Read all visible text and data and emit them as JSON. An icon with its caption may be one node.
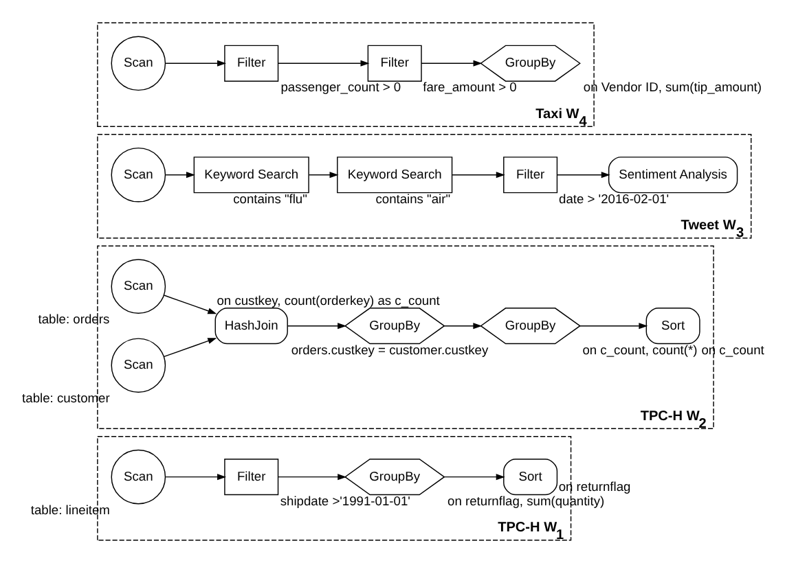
{
  "diagram": {
    "nodes": [
      {
        "text": [
          "TPC-H W$_{1}$"
        ]
      },
      {
        "text": [
          "Scan"
        ],
        "in": 0,
        "beside": [
          "table: lineitem"
        ]
      },
      {
        "text": [
          "Filter"
        ],
        "in": 0,
        "beside": [
          "shipdate >'1991-01-01'"
        ]
      },
      {
        "text": [
          "GroupBy"
        ],
        "in": 0,
        "beside": [
          "on returnflag, sum(quantity)"
        ]
      },
      {
        "text": [
          "Sort"
        ],
        "in": 0,
        "beside": [
          "on returnflag"
        ]
      },
      {
        "text": [
          "TPC-H W$_{2}$"
        ]
      },
      {
        "text": [
          "Scan"
        ],
        "in": 5,
        "beside": [
          "table: orders"
        ]
      },
      {
        "text": [
          "Scan"
        ],
        "in": 5,
        "beside": [
          "table: customer"
        ]
      },
      {
        "text": [
          "HashJoin"
        ],
        "in": 5,
        "beside": [
          "orders.custkey = customer.custkey"
        ]
      },
      {
        "text": [
          "GroupBy"
        ],
        "in": 5,
        "beside": [
          "on custkey, count(orderkey) as c_count"
        ]
      },
      {
        "text": [
          "GroupBy"
        ],
        "in": 5,
        "beside": [
          "on c_count, count(*)"
        ]
      },
      {
        "text": [
          "Sort"
        ],
        "in": 5,
        "beside": [
          "on c_count"
        ]
      },
      {
        "text": [
          "Tweet W$_{3}$"
        ]
      },
      {
        "text": [
          "Scan"
        ],
        "in": 12
      },
      {
        "text": [
          "Keyword Search"
        ],
        "in": 12,
        "beside": [
          "contains \"flu\""
        ]
      },
      {
        "text": [
          "Keyword Search"
        ],
        "in": 12,
        "beside": [
          "contains \"air\""
        ]
      },
      {
        "text": [
          "Filter"
        ],
        "in": 12,
        "beside": [
          "date > '2016-02-01'"
        ]
      },
      {
        "text": [
          "Sentiment Analysis"
        ],
        "in": 12
      },
      {
        "text": [
          "Taxi W$_{4}$"
        ]
      },
      {
        "text": [
          "Scan"
        ],
        "in": 18
      },
      {
        "text": [
          "Filter"
        ],
        "in": 18,
        "beside": [
          "passenger_count > 0"
        ]
      },
      {
        "text": [
          "Filter"
        ],
        "in": 18,
        "beside": [
          "fare_amount > 0"
        ]
      },
      {
        "text": [
          "GroupBy"
        ],
        "in": 18,
        "beside": [
          "on Vendor ID, sum(tip_amount)"
        ]
      }
    ],
    "edges": [
      {
        "from": 1,
        "to": 2,
        "arrow": "to"
      },
      {
        "from": 2,
        "to": 3,
        "arrow": "to"
      },
      {
        "from": 3,
        "to": 4,
        "arrow": "to"
      },
      {
        "from": 6,
        "to": 8,
        "arrow": "to"
      },
      {
        "from": 7,
        "to": 8,
        "arrow": "to"
      },
      {
        "from": 8,
        "to": 9,
        "arrow": "to"
      },
      {
        "from": 9,
        "to": 10,
        "arrow": "to"
      },
      {
        "from": 10,
        "to": 11,
        "arrow": "to"
      },
      {
        "from": 13,
        "to": 14,
        "arrow": "to"
      },
      {
        "from": 14,
        "to": 15,
        "arrow": "to"
      },
      {
        "from": 15,
        "to": 16,
        "arrow": "to"
      },
      {
        "from": 16,
        "to": 17,
        "arrow": "to"
      },
      {
        "from": 19,
        "to": 20,
        "arrow": "to"
      },
      {
        "from": 20,
        "to": 21,
        "arrow": "to"
      },
      {
        "from": 21,
        "to": 22,
        "arrow": "to"
      }
    ]
  }
}
